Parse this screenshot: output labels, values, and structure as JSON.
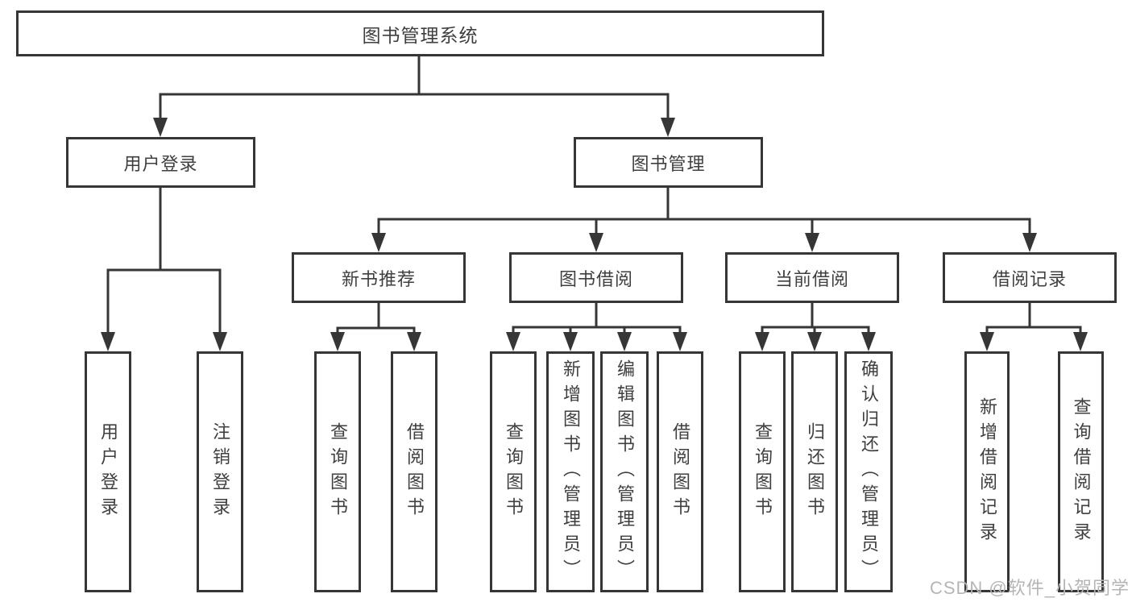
{
  "colors": {
    "background": "#ffffff",
    "line": "#363636",
    "box_border": "#363636",
    "text": "#3f3f3f",
    "watermark_text": "#b5b5b5"
  },
  "root": {
    "label": "图书管理系统"
  },
  "level2": {
    "user_login": "用户登录",
    "book_management": "图书管理"
  },
  "level3": {
    "new_book_recommend": "新书推荐",
    "book_borrow": "图书借阅",
    "current_borrow": "当前借阅",
    "borrow_record": "借阅记录"
  },
  "leaves": {
    "user_login": [
      "用户登录",
      "注销登录"
    ],
    "new_book_recommend": [
      "查询图书",
      "借阅图书"
    ],
    "book_borrow": [
      "查询图书",
      "新增图书（管理员）",
      "编辑图书（管理员）",
      "借阅图书"
    ],
    "current_borrow": [
      "查询图书",
      "归还图书",
      "确认归还（管理员）"
    ],
    "borrow_record": [
      "新增借阅记录",
      "查询借阅记录"
    ]
  },
  "watermark": "CSDN @软件_小贺同学"
}
